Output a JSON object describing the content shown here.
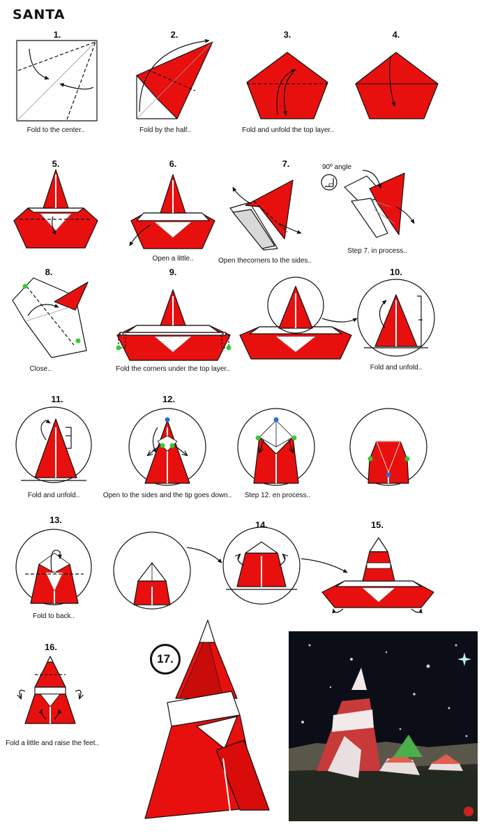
{
  "title": "SANTA",
  "steps": [
    {
      "num": "1.",
      "caption": "Fold to the center.."
    },
    {
      "num": "2.",
      "caption": "Fold by the half.."
    },
    {
      "num": "3.",
      "caption": "Fold and unfold the top layer.."
    },
    {
      "num": "4.",
      "caption": ""
    },
    {
      "num": "5.",
      "caption": ""
    },
    {
      "num": "6.",
      "caption": "Open a little.."
    },
    {
      "num": "7.",
      "caption": "Open thecorners to the sides.."
    },
    {
      "num": "",
      "caption": "Step 7. in process.."
    },
    {
      "num": "8.",
      "caption": "Close.."
    },
    {
      "num": "9.",
      "caption": "Fold the corners under the top layer.."
    },
    {
      "num": "10.",
      "caption": "Fold and unfold.."
    },
    {
      "num": "11.",
      "caption": "Fold and unfold.."
    },
    {
      "num": "12.",
      "caption": "Open to the sides and the tip goes down.."
    },
    {
      "num": "",
      "caption": "Step 12. en process.."
    },
    {
      "num": "13.",
      "caption": "Fold to back.."
    },
    {
      "num": "14.",
      "caption": ""
    },
    {
      "num": "15.",
      "caption": ""
    },
    {
      "num": "16.",
      "caption": "Fold a little and raise the feet.."
    },
    {
      "num": "17.",
      "caption": ""
    }
  ],
  "angle_label": "90º angle",
  "colors": {
    "paper_red": "#e8100e",
    "paper_white": "#ffffff",
    "line": "#111111",
    "dot_green": "#33cc33",
    "dot_blue": "#2a6bd6",
    "night_sky": "#0b0e16"
  }
}
